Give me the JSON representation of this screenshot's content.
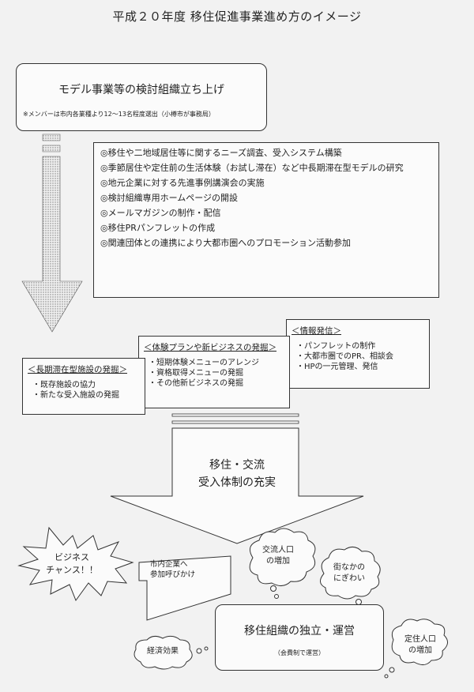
{
  "title": "平成２０年度 移住促進事業進め方のイメージ",
  "model": {
    "title": "モデル事業等の検討組織立ち上げ",
    "note": "※メンバーは市内各業種より12～13名程度選出（小樽市が事務局）"
  },
  "measures": [
    "◎移住や二地域居住等に関するニーズ調査、受入システム構築",
    "◎季節居住や定住前の生活体験（お試し滞在）など中長期滞在型モデルの研究",
    "◎地元企業に対する先進事例講演会の実施",
    "◎検討組織専用ホームページの開設",
    "◎メールマガジンの制作・配信",
    "◎移住PRパンフレットの作成",
    "◎関連団体との連携により大都市圏へのプロモーション活動参加"
  ],
  "notes": {
    "long_stay": {
      "title": "＜長期滞在型施設の発掘＞",
      "items": [
        "・既存施設の協力",
        "・新たな受入施設の発掘"
      ]
    },
    "experience": {
      "title": "＜体験プランや新ビジネスの発掘＞",
      "items": [
        "・短期体験メニューのアレンジ",
        "・資格取得メニューの発掘",
        "・その他新ビジネスの発掘"
      ]
    },
    "info": {
      "title": "＜情報発信＞",
      "items": [
        "・パンフレットの制作",
        "・大都市圏でのPR、相談会",
        "・HPの一元管理、発信"
      ]
    }
  },
  "big_arrow": {
    "line1": "移住・交流",
    "line2": "受入体制の充実"
  },
  "business_chance": {
    "line1": "ビジネス",
    "line2": "チャンス！！"
  },
  "flag": {
    "line1": "市内企業へ",
    "line2": "参加呼びかけ"
  },
  "main": {
    "title": "移住組織の独立・運営",
    "sub": "（会費制で運営）"
  },
  "clouds": {
    "exchange": {
      "line1": "交流人口",
      "line2": "の増加"
    },
    "town": {
      "line1": "街なかの",
      "line2": "にぎわい"
    },
    "economy": {
      "line1": "経済効果"
    },
    "settle": {
      "line1": "定住人口",
      "line2": "の増加"
    }
  }
}
